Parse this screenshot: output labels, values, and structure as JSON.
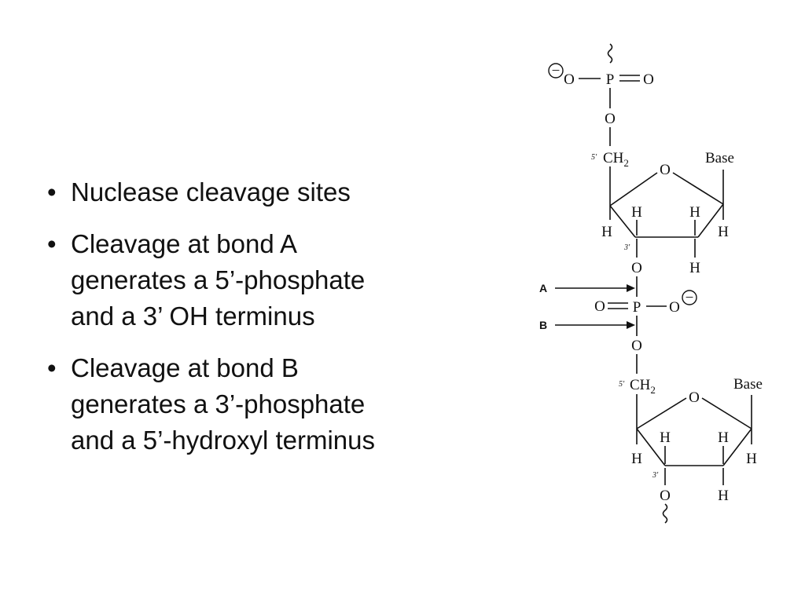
{
  "bullets": [
    {
      "marker": "•",
      "text": "Nuclease cleavage sites"
    },
    {
      "marker": "•",
      "text": "Cleavage at bond A\ngenerates a 5’-phosphate\nand a 3’ OH terminus"
    },
    {
      "marker": "•",
      "text": "Cleavage at bond B\ngenerates a 3’-phosphate\nand a 5’-hydroxyl terminus"
    }
  ],
  "diagram": {
    "atoms": {
      "P": "P",
      "O": "O",
      "H": "H",
      "CH": "CH",
      "two": "2",
      "base": "Base",
      "five_prime": "5′",
      "three_prime": "3′",
      "minus": "−"
    },
    "bond_labels": {
      "a": "A",
      "b": "B"
    }
  }
}
